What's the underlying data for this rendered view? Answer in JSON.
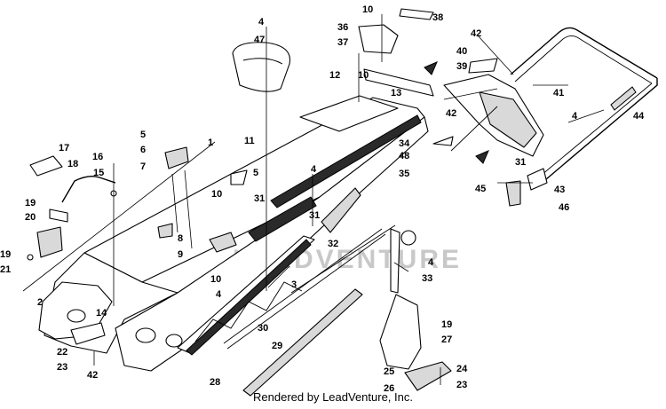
{
  "watermark": "LEADVENTURE",
  "footer": "Rendered by LeadVenture, Inc.",
  "callouts": [
    {
      "id": "c1",
      "text": "1"
    },
    {
      "id": "c2",
      "text": "2"
    },
    {
      "id": "c3",
      "text": "3"
    },
    {
      "id": "c4a",
      "text": "4"
    },
    {
      "id": "c4b",
      "text": "4"
    },
    {
      "id": "c4c",
      "text": "4"
    },
    {
      "id": "c4d",
      "text": "4"
    },
    {
      "id": "c4e",
      "text": "4"
    },
    {
      "id": "c5a",
      "text": "5"
    },
    {
      "id": "c5b",
      "text": "5"
    },
    {
      "id": "c6",
      "text": "6"
    },
    {
      "id": "c7",
      "text": "7"
    },
    {
      "id": "c8",
      "text": "8"
    },
    {
      "id": "c9",
      "text": "9"
    },
    {
      "id": "c10a",
      "text": "10"
    },
    {
      "id": "c10b",
      "text": "10"
    },
    {
      "id": "c10c",
      "text": "10"
    },
    {
      "id": "c10d",
      "text": "10"
    },
    {
      "id": "c11",
      "text": "11"
    },
    {
      "id": "c12",
      "text": "12"
    },
    {
      "id": "c13",
      "text": "13"
    },
    {
      "id": "c14",
      "text": "14"
    },
    {
      "id": "c15",
      "text": "15"
    },
    {
      "id": "c16",
      "text": "16"
    },
    {
      "id": "c17",
      "text": "17"
    },
    {
      "id": "c18",
      "text": "18"
    },
    {
      "id": "c19a",
      "text": "19"
    },
    {
      "id": "c19b",
      "text": "19"
    },
    {
      "id": "c19c",
      "text": "19"
    },
    {
      "id": "c20",
      "text": "20"
    },
    {
      "id": "c21",
      "text": "21"
    },
    {
      "id": "c22",
      "text": "22"
    },
    {
      "id": "c23a",
      "text": "23"
    },
    {
      "id": "c23b",
      "text": "23"
    },
    {
      "id": "c24",
      "text": "24"
    },
    {
      "id": "c25",
      "text": "25"
    },
    {
      "id": "c26",
      "text": "26"
    },
    {
      "id": "c27",
      "text": "27"
    },
    {
      "id": "c28",
      "text": "28"
    },
    {
      "id": "c29",
      "text": "29"
    },
    {
      "id": "c30",
      "text": "30"
    },
    {
      "id": "c31a",
      "text": "31"
    },
    {
      "id": "c31b",
      "text": "31"
    },
    {
      "id": "c31c",
      "text": "31"
    },
    {
      "id": "c32",
      "text": "32"
    },
    {
      "id": "c33",
      "text": "33"
    },
    {
      "id": "c34",
      "text": "34"
    },
    {
      "id": "c35",
      "text": "35"
    },
    {
      "id": "c36",
      "text": "36"
    },
    {
      "id": "c37",
      "text": "37"
    },
    {
      "id": "c38",
      "text": "38"
    },
    {
      "id": "c39",
      "text": "39"
    },
    {
      "id": "c40",
      "text": "40"
    },
    {
      "id": "c41",
      "text": "41"
    },
    {
      "id": "c42a",
      "text": "42"
    },
    {
      "id": "c42b",
      "text": "42"
    },
    {
      "id": "c42c",
      "text": "42"
    },
    {
      "id": "c43",
      "text": "43"
    },
    {
      "id": "c44",
      "text": "44"
    },
    {
      "id": "c45",
      "text": "45"
    },
    {
      "id": "c46",
      "text": "46"
    },
    {
      "id": "c47",
      "text": "47"
    },
    {
      "id": "c48",
      "text": "48"
    }
  ]
}
